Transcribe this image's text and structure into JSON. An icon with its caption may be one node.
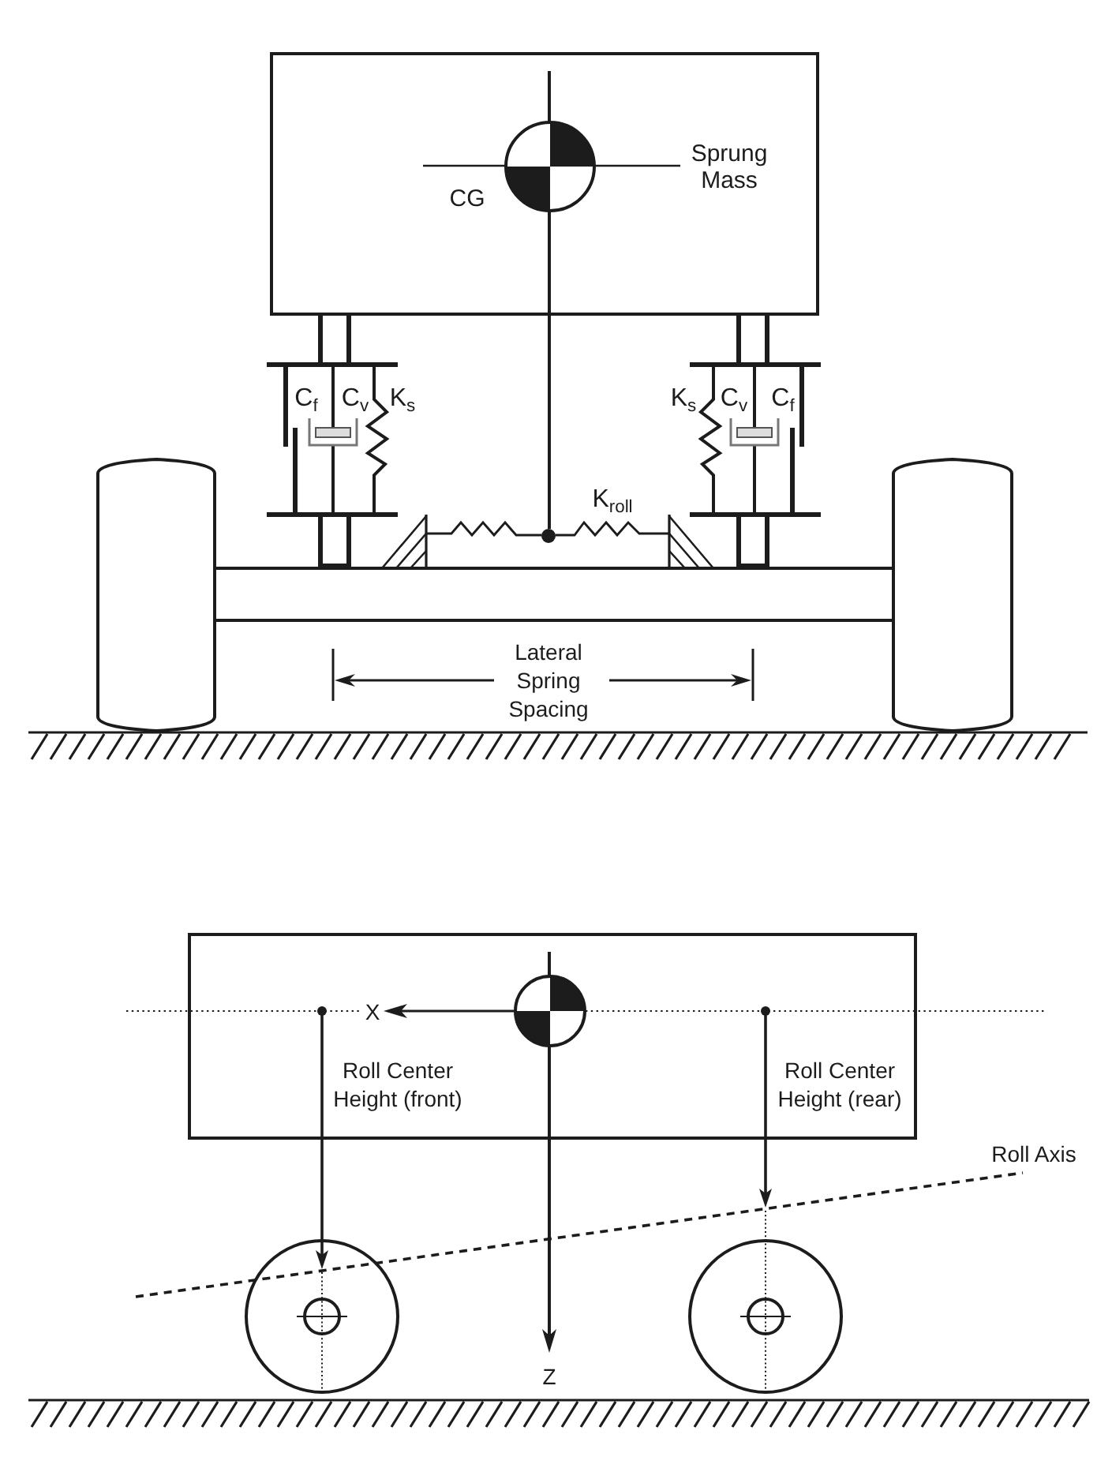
{
  "diagram": {
    "nodes": [
      {
        "text": [
          "CG",
          "Sprung Mass"
        ]
      },
      {
        "text": [
          "X",
          "Roll Center Height (front)",
          "Roll Center Height (rear)"
        ]
      }
    ],
    "labels": [
      "C$_{f}$",
      "C$_{v}$",
      "K$_{s}$",
      "K$_{s}$",
      "C$_{v}$",
      "C$_{f}$",
      "K$_{roll}$",
      "Lateral Spring Spacing",
      "Roll Axis",
      "Z"
    ]
  }
}
